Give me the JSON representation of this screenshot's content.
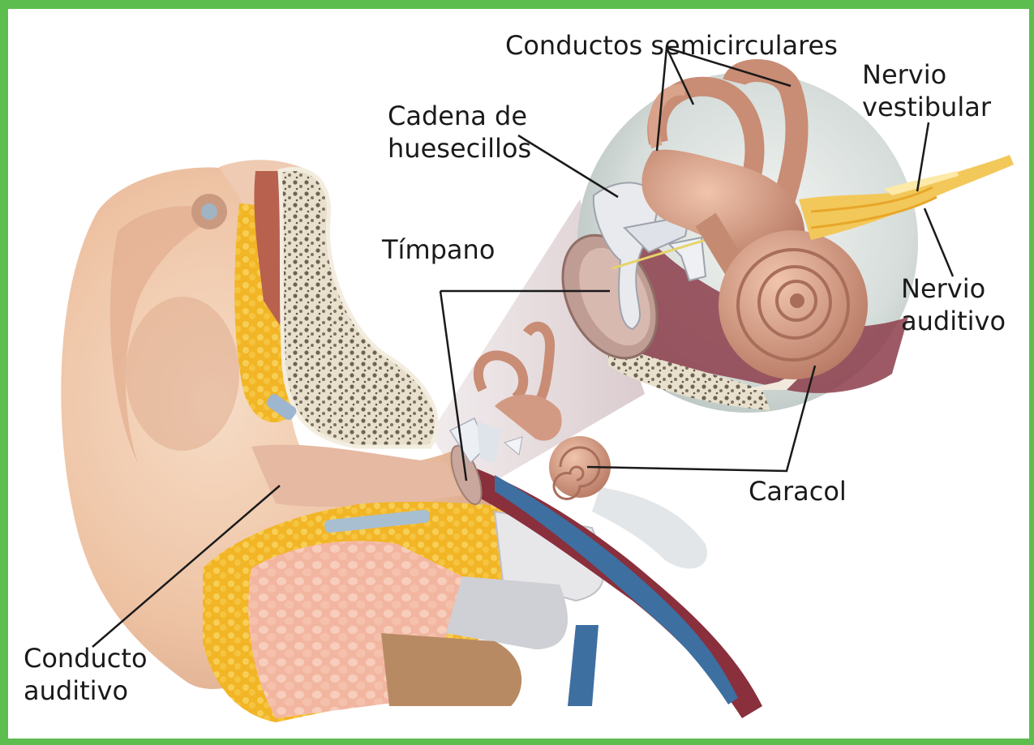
{
  "labels": {
    "conductos_semicirculares": "Conductos semicirculares",
    "nervio_vestibular_1": "Nervio",
    "nervio_vestibular_2": "vestibular",
    "cadena_1": "Cadena de",
    "cadena_2": "huesecillos",
    "timpano": "Tímpano",
    "nervio_auditivo_1": "Nervio",
    "nervio_auditivo_2": "auditivo",
    "caracol": "Caracol",
    "conducto_auditivo_1": "Conducto",
    "conducto_auditivo_2": "auditivo"
  },
  "colors": {
    "frame": "#5dbd4f",
    "skin": "#f0c8aa",
    "bone": "#e6ddc8",
    "fat": "#f0b62a",
    "inner_ear": "#d99f86",
    "nerve": "#f3c85a",
    "vessel_red": "#8a2f3c",
    "vessel_blue": "#3d6fa0",
    "circle_bg": "#d5dcda",
    "leader": "#1a1a1a"
  }
}
